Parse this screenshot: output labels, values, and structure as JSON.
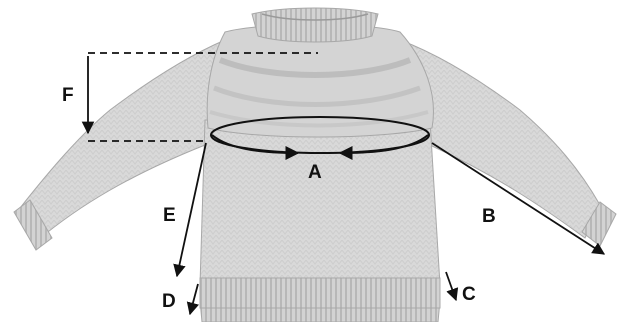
{
  "colors": {
    "background": "#ffffff",
    "garment_fill": "#d9d9d9",
    "garment_shade": "#c4c4c4",
    "garment_edge": "#a8a8a8",
    "rib_stripe": "#b5b5b5",
    "measure_line": "#111111"
  },
  "labels": {
    "a": "A",
    "b": "B",
    "c": "C",
    "d": "D",
    "e": "E",
    "f": "F"
  }
}
